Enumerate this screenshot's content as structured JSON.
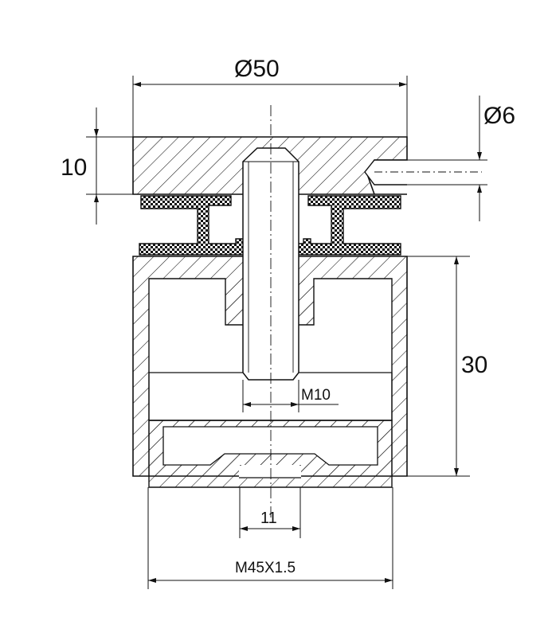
{
  "dimensions": {
    "top_diameter": "Ø50",
    "side_hole": "Ø6",
    "plate_thickness": "10",
    "body_height": "30",
    "bolt_thread": "M10",
    "bottom_opening": "11",
    "base_thread": "M45X1.5"
  },
  "colors": {
    "line": "#111111",
    "paper": "#ffffff"
  }
}
